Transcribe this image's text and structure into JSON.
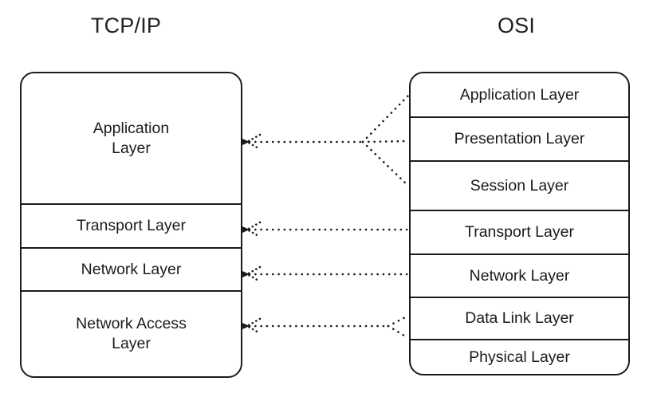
{
  "diagram": {
    "title_left": "TCP/IP",
    "title_right": "OSI",
    "accent_color": "#1b1b1b",
    "background_color": "#ffffff"
  },
  "tcpip": {
    "label": "TCP/IP",
    "layers": [
      {
        "name": "application",
        "label": "Application\nLayer",
        "line1": "Application",
        "line2": "Layer"
      },
      {
        "name": "transport",
        "label": "Transport Layer",
        "line1": "Transport Layer",
        "line2": ""
      },
      {
        "name": "network",
        "label": "Network Layer",
        "line1": "Network Layer",
        "line2": ""
      },
      {
        "name": "network-access",
        "label": "Network Access\nLayer",
        "line1": "Network Access",
        "line2": "Layer"
      }
    ]
  },
  "osi": {
    "label": "OSI",
    "layers": [
      {
        "name": "application",
        "label": "Application Layer"
      },
      {
        "name": "presentation",
        "label": "Presentation Layer"
      },
      {
        "name": "session",
        "label": "Session Layer"
      },
      {
        "name": "transport",
        "label": "Transport Layer"
      },
      {
        "name": "network",
        "label": "Network Layer"
      },
      {
        "name": "data-link",
        "label": "Data Link Layer"
      },
      {
        "name": "physical",
        "label": "Physical Layer"
      }
    ]
  },
  "mappings": [
    {
      "name": "application-mapping",
      "tcpip": "Application Layer",
      "osi": [
        "Application Layer",
        "Presentation Layer",
        "Session Layer"
      ],
      "style": "dotted-arrow"
    },
    {
      "name": "transport-mapping",
      "tcpip": "Transport Layer",
      "osi": [
        "Transport Layer"
      ],
      "style": "dotted-arrow"
    },
    {
      "name": "network-mapping",
      "tcpip": "Network Layer",
      "osi": [
        "Network Layer"
      ],
      "style": "dotted-arrow"
    },
    {
      "name": "network-access-mapping",
      "tcpip": "Network Access Layer",
      "osi": [
        "Data Link Layer",
        "Physical Layer"
      ],
      "style": "dotted-arrow"
    }
  ]
}
